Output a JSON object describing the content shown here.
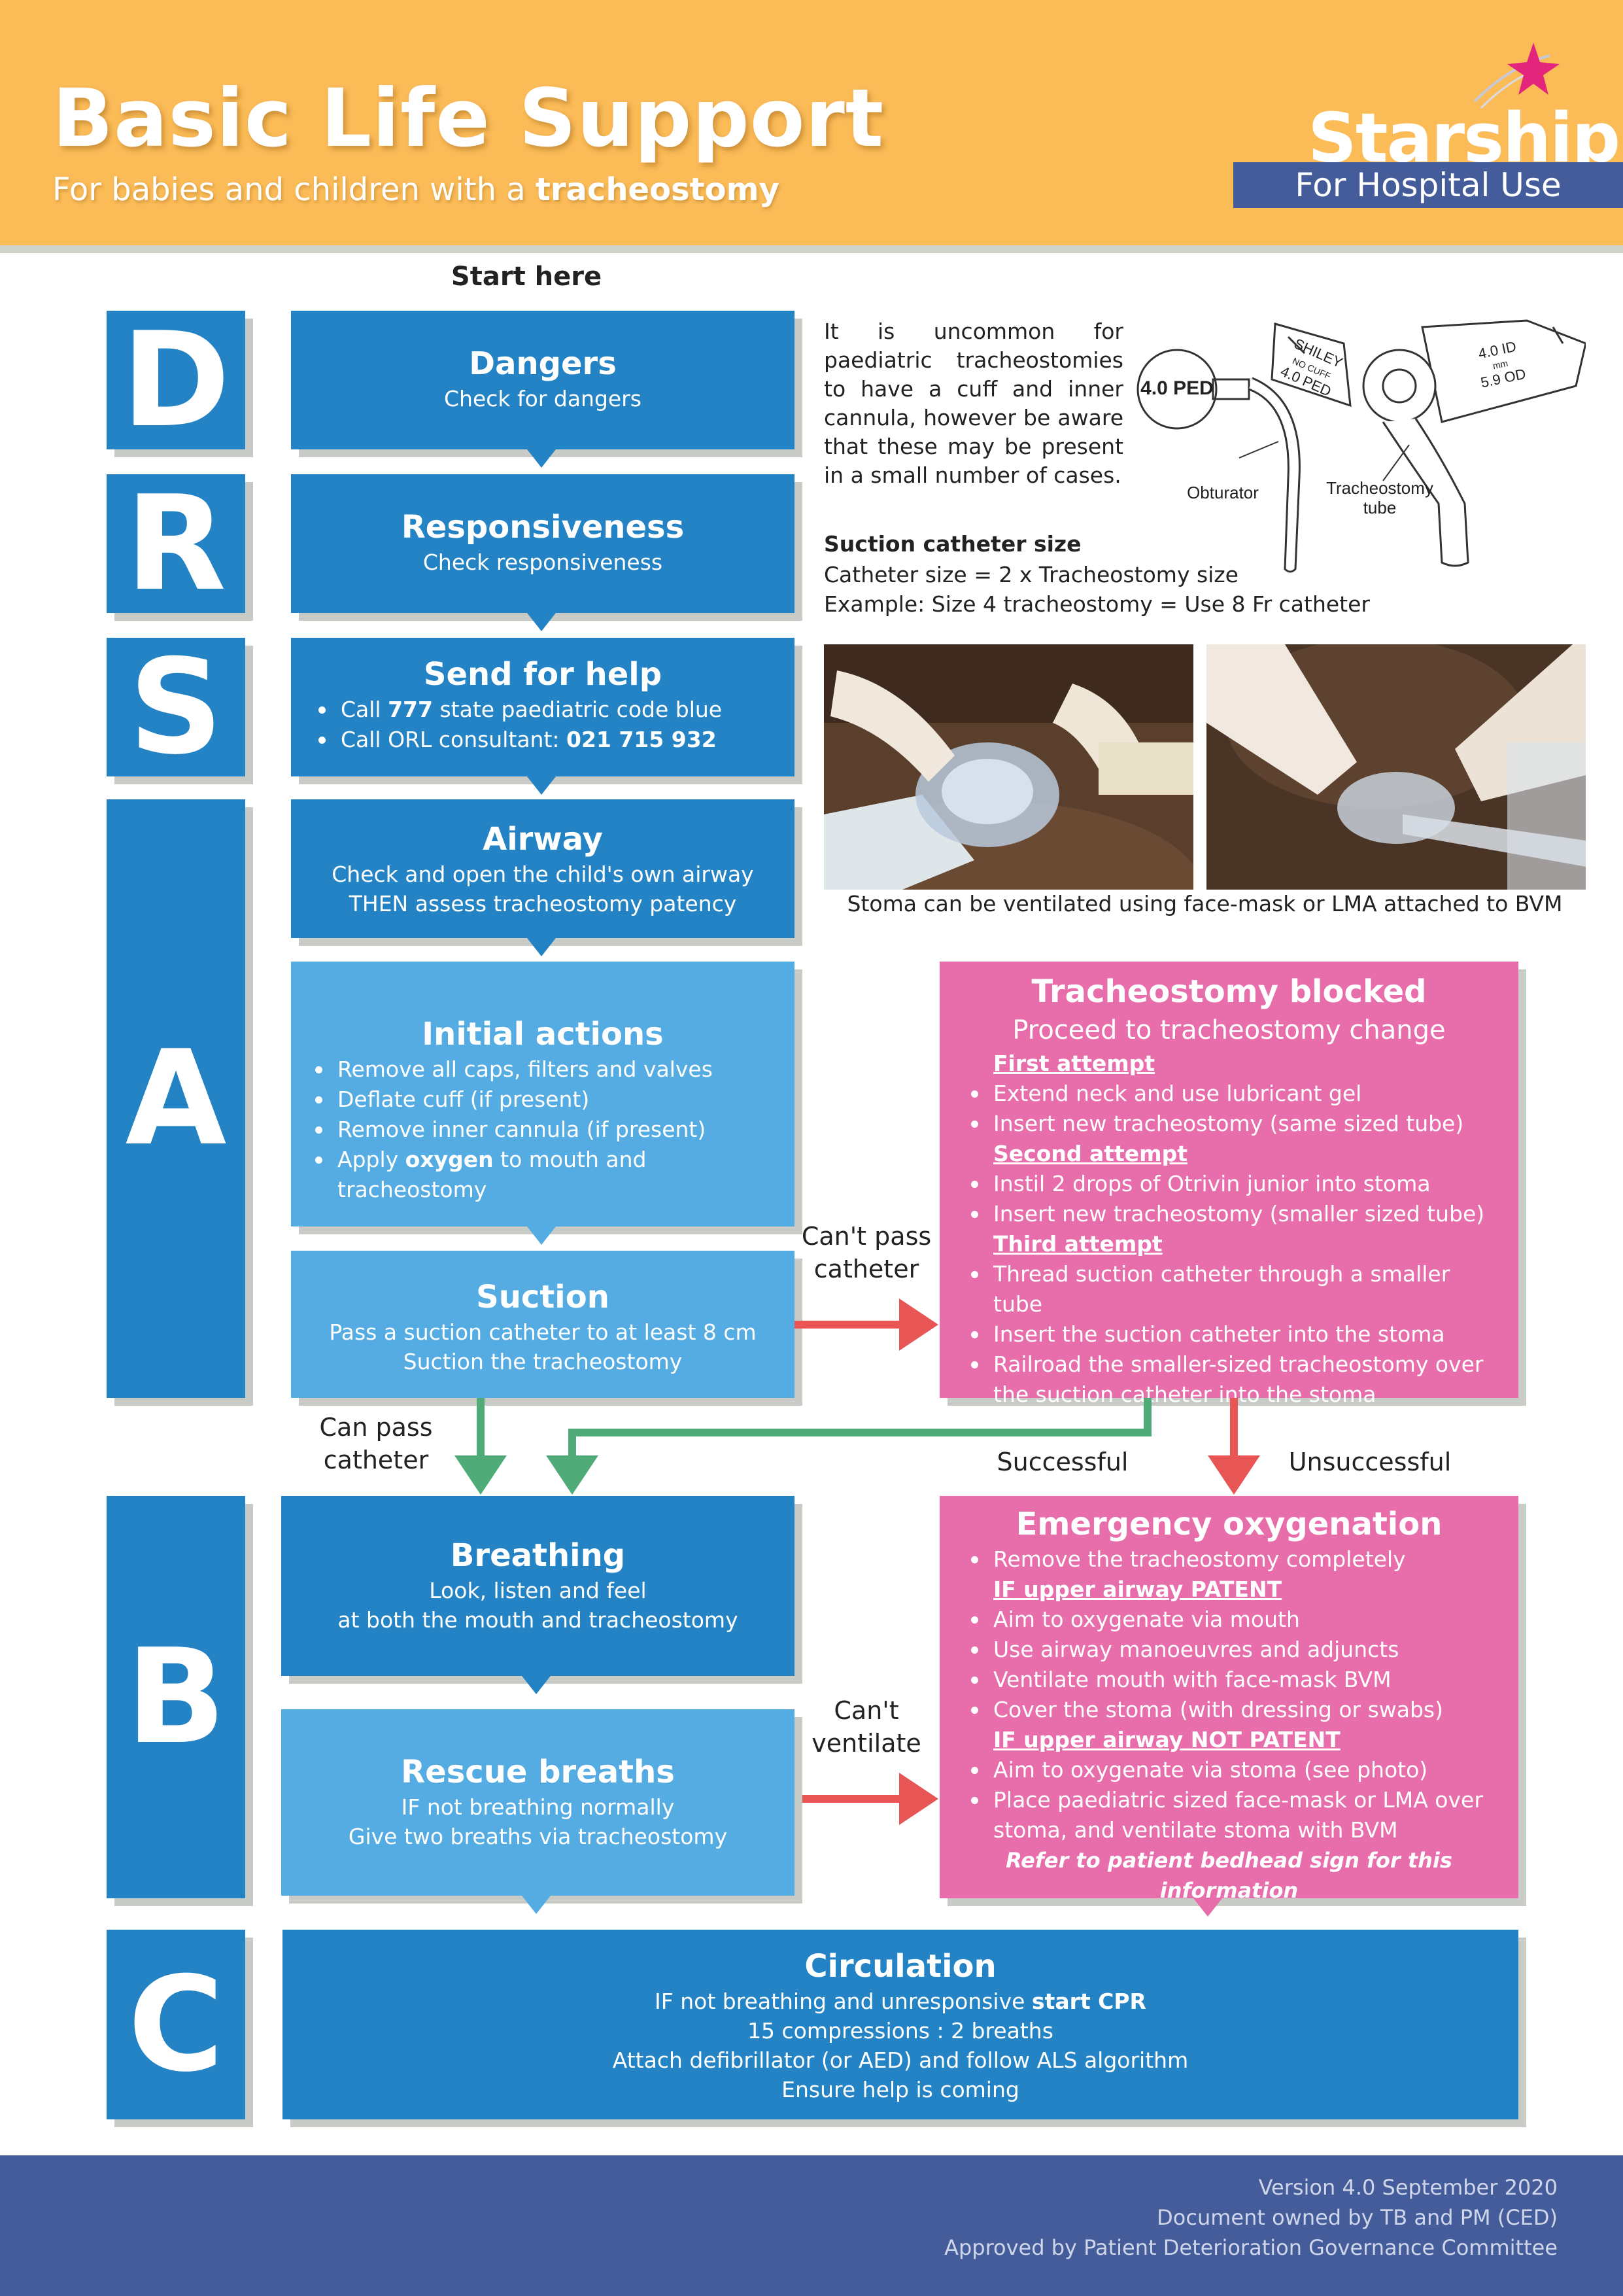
{
  "header": {
    "title": "Basic Life Support",
    "subtitle_prefix": "For babies and children with a ",
    "subtitle_bold": "tracheostomy",
    "logo_text": "Starship",
    "logo_band": "For Hospital Use"
  },
  "start_label": "Start here",
  "letters": [
    "D",
    "R",
    "S",
    "A",
    "B",
    "C"
  ],
  "dangers": {
    "title": "Dangers",
    "line": "Check for dangers"
  },
  "responsiveness": {
    "title": "Responsiveness",
    "line": "Check responsiveness"
  },
  "send_help": {
    "title": "Send for help",
    "item1_pre": "Call ",
    "item1_bold": "777",
    "item1_post": " state paediatric code blue",
    "item2_pre": "Call ORL consultant: ",
    "item2_bold": "021 715 932"
  },
  "airway": {
    "title": "Airway",
    "line1": "Check and open the child's own airway",
    "line2": "THEN assess tracheostomy patency"
  },
  "initial_actions": {
    "title": "Initial actions",
    "items": [
      "Remove all caps, filters and valves",
      "Deflate cuff (if present)",
      "Remove inner cannula (if present)"
    ],
    "item4_pre": "Apply ",
    "item4_bold": "oxygen",
    "item4_post": " to mouth and tracheostomy"
  },
  "suction": {
    "title": "Suction",
    "line1": "Pass a suction catheter to at least 8 cm",
    "line2": "Suction the tracheostomy"
  },
  "tracheostomy_blocked": {
    "title": "Tracheostomy blocked",
    "subtitle": "Proceed to tracheostomy change",
    "first_label": "First attempt",
    "first_items": [
      "Extend neck and use lubricant gel",
      "Insert new tracheostomy (same sized tube)"
    ],
    "second_label": "Second attempt",
    "second_items": [
      "Instil 2 drops of Otrivin junior into stoma",
      "Insert new tracheostomy (smaller sized tube)"
    ],
    "third_label": "Third attempt",
    "third_items": [
      "Thread suction catheter through a smaller tube",
      "Insert the suction catheter into the stoma",
      "Railroad the smaller-sized tracheostomy over the suction catheter into the stoma"
    ]
  },
  "arrow_labels": {
    "cant_pass_1": "Can't pass",
    "cant_pass_2": "catheter",
    "can_pass_1": "Can pass",
    "can_pass_2": "catheter",
    "successful": "Successful",
    "unsuccessful": "Unsuccessful",
    "cant_vent_1": "Can't",
    "cant_vent_2": "ventilate"
  },
  "breathing": {
    "title": "Breathing",
    "line1": "Look, listen and feel",
    "line2": "at both the mouth and tracheostomy"
  },
  "rescue": {
    "title": "Rescue breaths",
    "line1": "IF not breathing normally",
    "line2": "Give two breaths via tracheostomy"
  },
  "emergency": {
    "title": "Emergency oxygenation",
    "item0": "Remove the tracheostomy completely",
    "patent_label": "IF upper airway PATENT",
    "patent_items": [
      "Aim to oxygenate via mouth",
      "Use airway manoeuvres and adjuncts",
      "Ventilate mouth with face-mask BVM",
      "Cover the stoma (with dressing or swabs)"
    ],
    "not_patent_label": "IF upper airway NOT PATENT",
    "not_patent_items": [
      "Aim to oxygenate via stoma (see photo)",
      "Place paediatric sized face-mask or LMA over stoma, and ventilate stoma with BVM"
    ],
    "footer_note": "Refer to patient bedhead sign for this information"
  },
  "circulation": {
    "title": "Circulation",
    "line1_pre": "IF not breathing and unresponsive ",
    "line1_bold": "start CPR",
    "line2": "15 compressions : 2 breaths",
    "line3": "Attach defibrillator (or AED) and follow ALS algorithm",
    "line4": "Ensure help is coming"
  },
  "info": {
    "cuff_note": "It is uncommon for paediatric tracheostomies to have a cuff and inner cannula, however be aware that these may be present in a small number of cases.",
    "suction_heading": "Suction catheter size",
    "suction_line1": "Catheter size = 2 x Tracheostomy size",
    "suction_line2": "Example: Size 4 tracheostomy = Use 8 Fr catheter",
    "diagram_labels": {
      "obturator": "Obturator",
      "tube1": "Tracheostomy",
      "tube2": "tube",
      "ped": "4.0 PED",
      "shiley": "SHILEY",
      "nocuff": "NO CUFF",
      "ped2": "4.0 PED",
      "id": "4.0 ID",
      "mm": "mm",
      "od": "5.9 OD"
    },
    "photo_caption": "Stoma can be ventilated using face-mask or LMA attached to BVM"
  },
  "footer": {
    "line1": "Version 4.0 September 2020",
    "line2": "Document owned by TB and PM (CED)",
    "line3": "Approved by Patient Deterioration Governance Committee"
  },
  "colors": {
    "orange": "#fbbb57",
    "blue": "#2383c4",
    "light_blue": "#55ace2",
    "pink": "#e86eab",
    "red_arrow": "#e85555",
    "green_arrow": "#4fab78",
    "footer": "#445c99"
  }
}
